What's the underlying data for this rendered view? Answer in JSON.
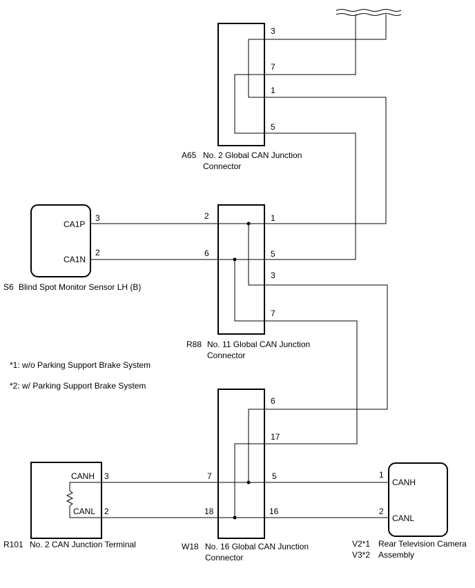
{
  "a65": {
    "code": "A65",
    "name_line1": "No. 2 Global CAN Junction",
    "name_line2": "Connector",
    "pins": [
      "3",
      "7",
      "1",
      "5"
    ]
  },
  "r88": {
    "code": "R88",
    "name_line1": "No. 11 Global CAN Junction",
    "name_line2": "Connector",
    "pins_left": [
      "2",
      "6"
    ],
    "pins_right": [
      "1",
      "5",
      "3",
      "7"
    ]
  },
  "w18": {
    "code": "W18",
    "name_line1": "No. 16 Global CAN Junction",
    "name_line2": "Connector",
    "pins_left": [
      "7",
      "18"
    ],
    "pins_right": [
      "6",
      "17",
      "5",
      "16"
    ]
  },
  "s6": {
    "code": "S6",
    "name": "Blind Spot Monitor Sensor LH (B)",
    "signals": [
      "CA1P",
      "CA1N"
    ],
    "pins": [
      "3",
      "2"
    ]
  },
  "r101": {
    "code": "R101",
    "name": "No. 2 CAN Junction Terminal",
    "signals": [
      "CANH",
      "CANL"
    ],
    "pins": [
      "3",
      "2"
    ]
  },
  "v2v3": {
    "code_line1": "V2*1",
    "code_line2": "V3*2",
    "name_line1": "Rear Television Camera",
    "name_line2": "Assembly",
    "signals": [
      "CANH",
      "CANL"
    ],
    "pins": [
      "1",
      "2"
    ]
  },
  "notes": [
    "*1: w/o Parking Support Brake System",
    "*2: w/ Parking Support Brake System"
  ]
}
